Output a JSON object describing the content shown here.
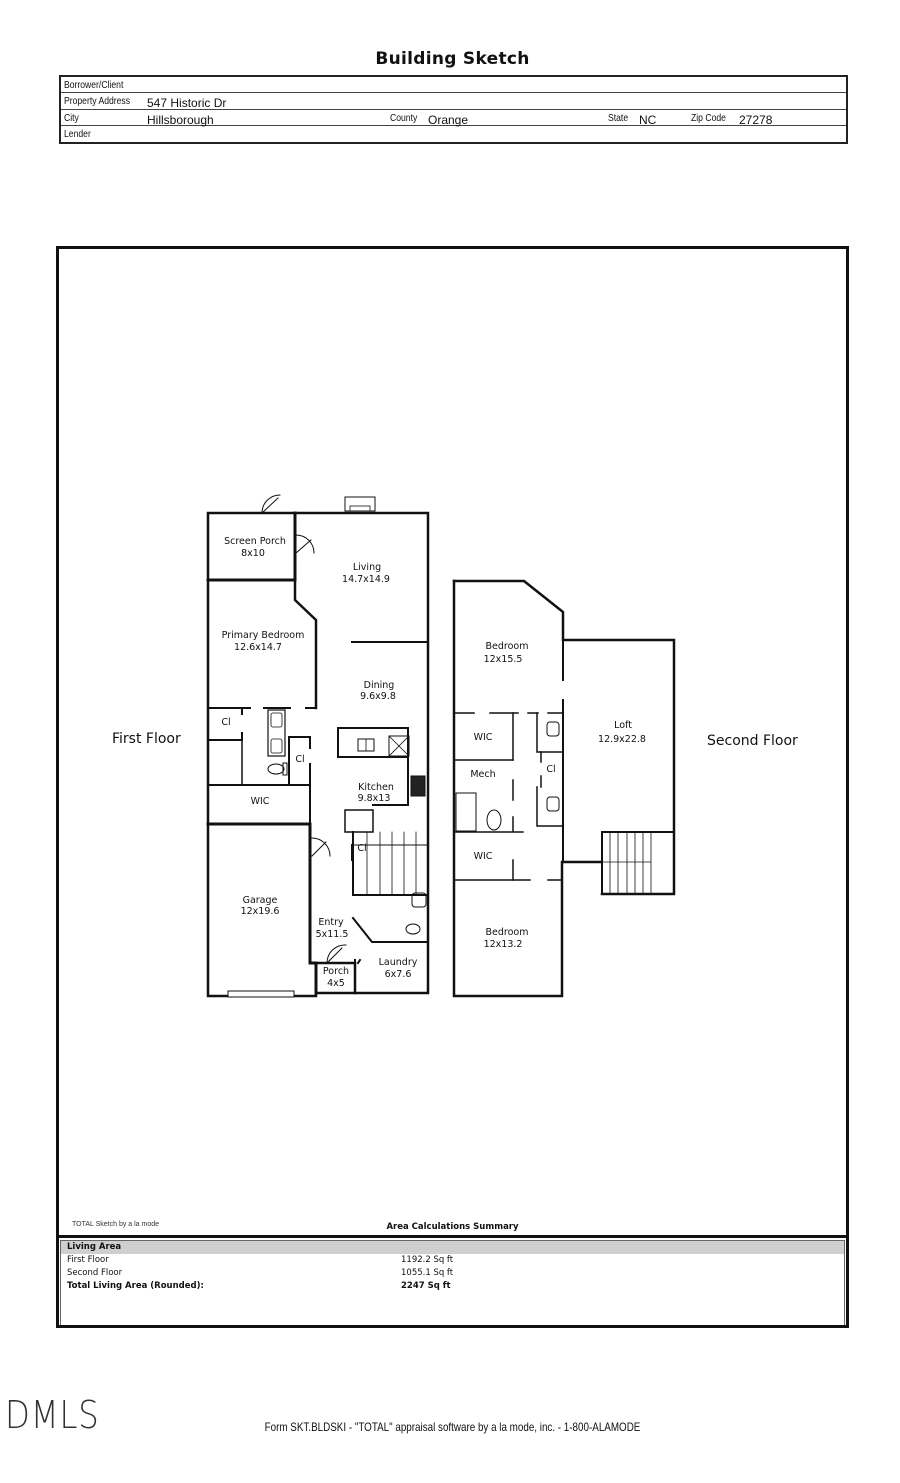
{
  "document": {
    "title": "Building Sketch"
  },
  "info": {
    "borrower_label": "Borrower/Client",
    "borrower_value": "",
    "address_label": "Property Address",
    "address_value": "547 Historic Dr",
    "city_label": "City",
    "city_value": "Hillsborough",
    "county_label": "County",
    "county_value": "Orange",
    "state_label": "State",
    "state_value": "NC",
    "zip_label": "Zip Code",
    "zip_value": "27278",
    "lender_label": "Lender",
    "lender_value": ""
  },
  "sketch": {
    "first_floor_label": "First Floor",
    "second_floor_label": "Second Floor",
    "first_floor_rooms": [
      {
        "name": "Screen Porch",
        "dims": "8x10"
      },
      {
        "name": "Living",
        "dims": "14.7x14.9"
      },
      {
        "name": "Primary Bedroom",
        "dims": "12.6x14.7"
      },
      {
        "name": "Dining",
        "dims": "9.6x9.8"
      },
      {
        "name": "Cl",
        "dims": ""
      },
      {
        "name": "Cl",
        "dims": ""
      },
      {
        "name": "WIC",
        "dims": ""
      },
      {
        "name": "Kitchen",
        "dims": "9.8x13"
      },
      {
        "name": "Cl",
        "dims": ""
      },
      {
        "name": "Garage",
        "dims": "12x19.6"
      },
      {
        "name": "Entry",
        "dims": "5x11.5"
      },
      {
        "name": "Porch",
        "dims": "4x5"
      },
      {
        "name": "Laundry",
        "dims": "6x7.6"
      }
    ],
    "second_floor_rooms": [
      {
        "name": "Bedroom",
        "dims": "12x15.5"
      },
      {
        "name": "Loft",
        "dims": "12.9x22.8"
      },
      {
        "name": "WIC",
        "dims": ""
      },
      {
        "name": "Cl",
        "dims": ""
      },
      {
        "name": "Mech",
        "dims": ""
      },
      {
        "name": "WIC",
        "dims": ""
      },
      {
        "name": "Bedroom",
        "dims": "12x13.2"
      }
    ],
    "software_credit": "TOTAL Sketch by a la mode"
  },
  "area_summary": {
    "title": "Area Calculations Summary",
    "section": "Living Area",
    "rows": [
      {
        "label": "First Floor",
        "value": "1192.2 Sq ft"
      },
      {
        "label": "Second Floor",
        "value": "1055.1 Sq ft"
      }
    ],
    "total_label": "Total Living Area (Rounded):",
    "total_value": "2247 Sq ft"
  },
  "watermark": "DMLS",
  "footer": "Form SKT.BLDSKI - \"TOTAL\" appraisal software by a la mode, inc. - 1-800-ALAMODE"
}
